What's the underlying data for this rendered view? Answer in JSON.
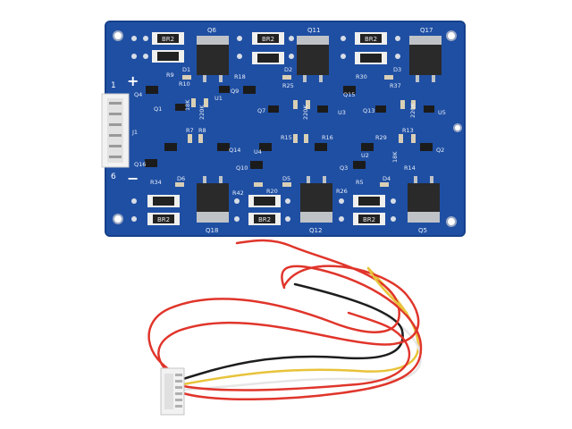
{
  "pcb": {
    "top_labels": [
      "Q6",
      "Q11",
      "Q17"
    ],
    "bottom_labels": [
      "Q18",
      "Q12",
      "Q5"
    ],
    "resistor_code": "BR2",
    "side_plus": "+",
    "side_minus": "−",
    "pin_first": "1",
    "pin_last": "6",
    "connector_label": "J1",
    "designators_row1": [
      "R9",
      "R10",
      "D1",
      "R18",
      "R25",
      "D2",
      "R30",
      "R37",
      "D3"
    ],
    "designators_row2": [
      "Q4",
      "Q1",
      "U1",
      "Q9",
      "Q7",
      "Q15",
      "Q13",
      "U3",
      "U5"
    ],
    "designators_row3": [
      "R7",
      "R8",
      "R15",
      "R16",
      "R29",
      "R13",
      "R14"
    ],
    "designators_row4": [
      "Q14",
      "Q16",
      "U4",
      "Q10",
      "U2",
      "Q3",
      "Q2"
    ],
    "designators_row5": [
      "R34",
      "D6",
      "R42",
      "R20",
      "D5",
      "R26",
      "R5",
      "D4"
    ],
    "value_220k": "220K",
    "value_18k": "18K"
  },
  "colors": {
    "board": "#1f4fa3",
    "board_edge": "#17408a",
    "silkscreen": "#e8eef8",
    "mosfet_body": "#2a2a2a",
    "mosfet_tab": "#bfc3c7",
    "connector": "#f2f2f2",
    "wire_red": "#e0352b",
    "wire_yellow": "#e8c33a",
    "wire_black": "#1d1d1d",
    "wire_white": "#ececec"
  }
}
